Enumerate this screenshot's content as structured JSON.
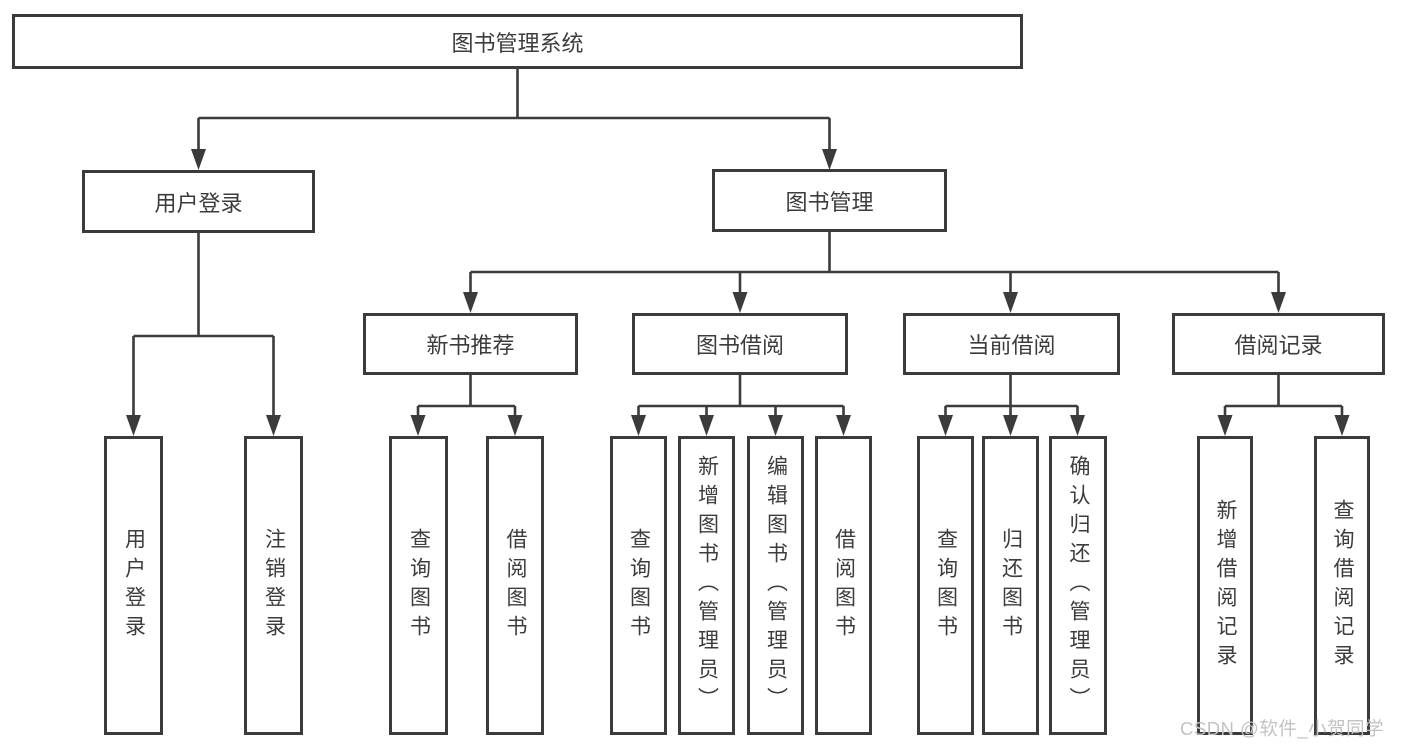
{
  "diagram_title": "图书管理系统",
  "watermark": {
    "text": "CSDN @软件_小贺同学"
  },
  "colors": {
    "line": "#3b3b3b",
    "box_border": "#3b3b3b",
    "text": "#3c3c3c",
    "background": "#ffffff",
    "watermark": "#c3c3c3"
  },
  "tree": {
    "root": {
      "label": "图书管理系统"
    },
    "children": [
      {
        "label": "用户登录",
        "children": [
          {
            "label": "用户登录"
          },
          {
            "label": "注销登录"
          }
        ]
      },
      {
        "label": "图书管理",
        "children": [
          {
            "label": "新书推荐",
            "children": [
              {
                "label": "查询图书"
              },
              {
                "label": "借阅图书"
              }
            ]
          },
          {
            "label": "图书借阅",
            "children": [
              {
                "label": "查询图书"
              },
              {
                "label": "新增图书（管理员）"
              },
              {
                "label": "编辑图书（管理员）"
              },
              {
                "label": "借阅图书"
              }
            ]
          },
          {
            "label": "当前借阅",
            "children": [
              {
                "label": "查询图书"
              },
              {
                "label": "归还图书"
              },
              {
                "label": "确认归还（管理员）"
              }
            ]
          },
          {
            "label": "借阅记录",
            "children": [
              {
                "label": "新增借阅记录"
              },
              {
                "label": "查询借阅记录"
              }
            ]
          }
        ]
      }
    ]
  }
}
